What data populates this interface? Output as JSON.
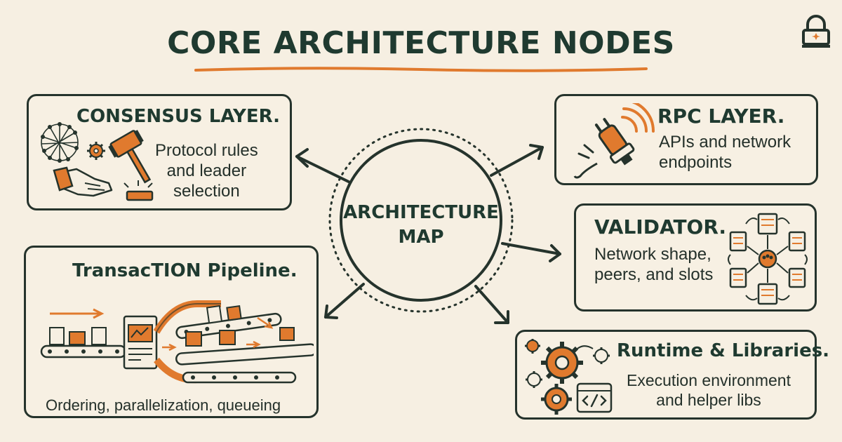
{
  "header": {
    "title": "CORE ARCHITECTURE NODES"
  },
  "center": {
    "label_line1": "ARCHITECTURE",
    "label_line2": "MAP"
  },
  "cards": {
    "consensus": {
      "title": "CONSENSUS LAYER.",
      "desc_line1": "Protocol rules",
      "desc_line2": "and leader",
      "desc_line3": "selection",
      "icon": "gavel-handshake-network-icon"
    },
    "rpc": {
      "title": "RPC LAYER.",
      "desc_line1": "APIs and network",
      "desc_line2": "endpoints",
      "icon": "plug-signal-icon"
    },
    "validator": {
      "title": "VALIDATOR.",
      "desc_line1": "Network shape,",
      "desc_line2": "peers, and slots",
      "icon": "server-network-icon"
    },
    "pipeline": {
      "title": "TransacTION Pipeline.",
      "desc": "Ordering, parallelization, queueing",
      "icon": "conveyor-belt-icon"
    },
    "runtime": {
      "title": "Runtime & Libraries.",
      "desc_line1": "Execution environment",
      "desc_line2": "and helper libs",
      "icon": "gears-code-icon"
    }
  },
  "colors": {
    "accent": "#e07a2e",
    "ink": "#25332c",
    "background": "#f6efe2"
  }
}
